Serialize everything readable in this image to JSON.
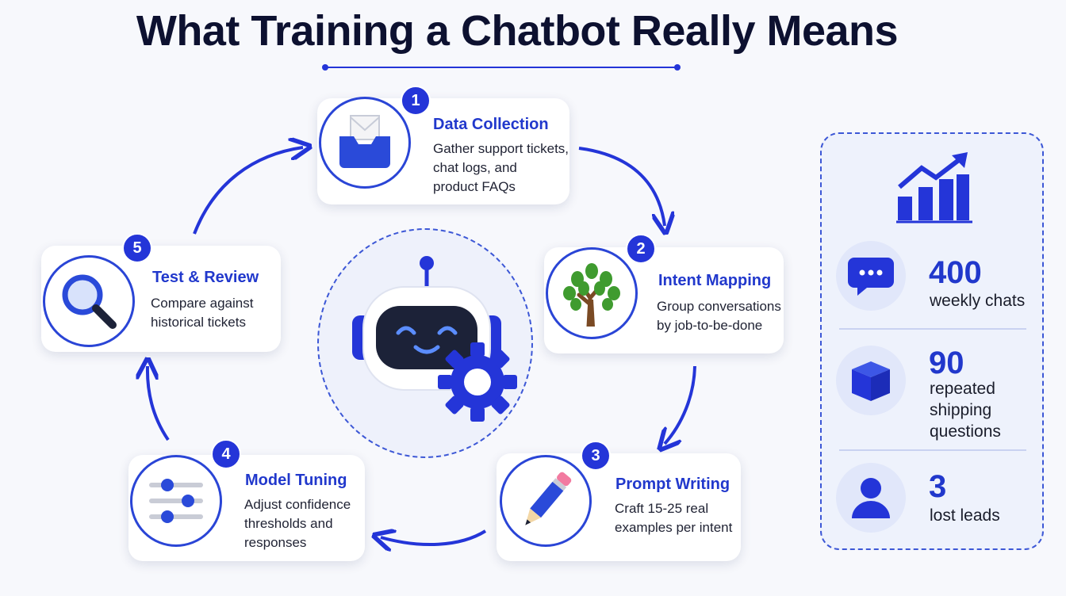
{
  "title": "What Training a Chatbot Really Means",
  "colors": {
    "accent": "#2435d8",
    "background": "#f7f8fc",
    "panel": "#eef2fc"
  },
  "steps": [
    {
      "number": "1",
      "title": "Data Collection",
      "description": "Gather support tickets,\nchat logs, and\nproduct FAQs",
      "icon": "inbox-icon"
    },
    {
      "number": "2",
      "title": "Intent Mapping",
      "description": "Group conversations\nby job-to-be-done",
      "icon": "tree-icon"
    },
    {
      "number": "3",
      "title": "Prompt Writing",
      "description": "Craft 15-25 real\nexamples per intent",
      "icon": "pencil-icon"
    },
    {
      "number": "4",
      "title": "Model Tuning",
      "description": "Adjust confidence\nthresholds and\nresponses",
      "icon": "sliders-icon"
    },
    {
      "number": "5",
      "title": "Test & Review",
      "description": "Compare against\nhistorical tickets",
      "icon": "magnifier-icon"
    }
  ],
  "center": {
    "icon": "robot-gear-icon"
  },
  "stats": {
    "header_icon": "growth-chart-icon",
    "items": [
      {
        "value": "400",
        "label": "weekly chats",
        "icon": "chat-bubble-icon"
      },
      {
        "value": "90",
        "label": "repeated\nshipping\nquestions",
        "icon": "box-icon"
      },
      {
        "value": "3",
        "label": "lost leads",
        "icon": "person-icon"
      }
    ]
  }
}
